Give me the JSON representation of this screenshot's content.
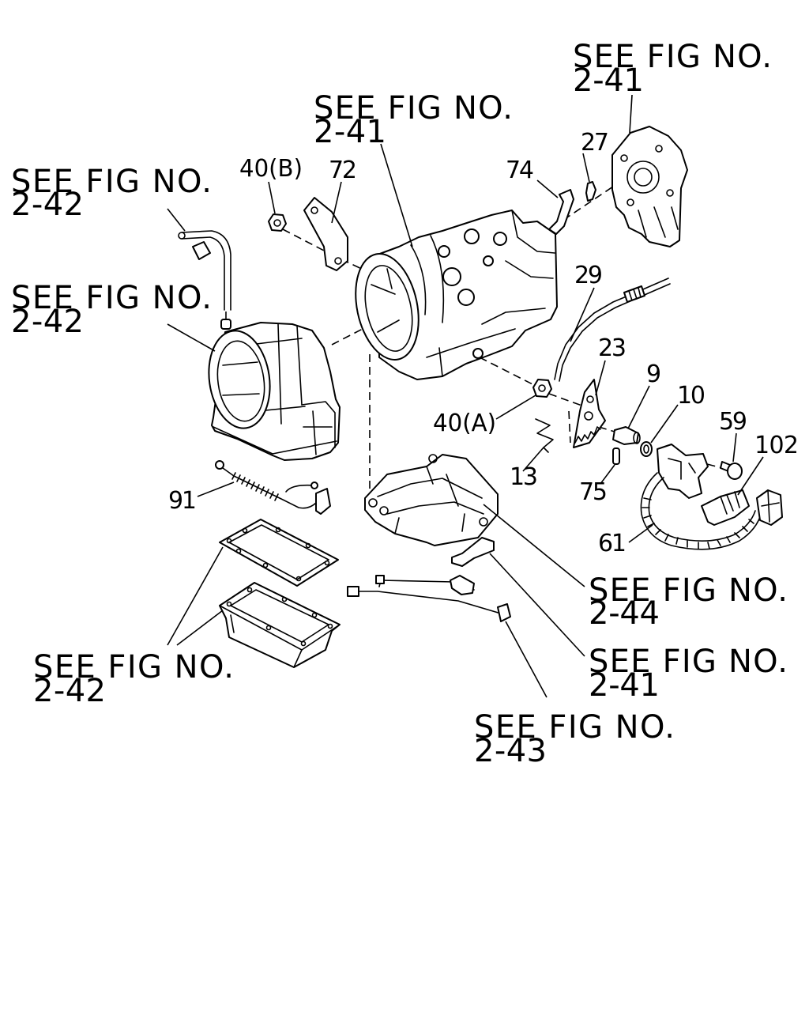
{
  "references": [
    {
      "label": "SEE FIG NO.",
      "fig": "2-41"
    },
    {
      "label": "SEE FIG NO.",
      "fig": "2-41"
    },
    {
      "label": "SEE FIG NO.",
      "fig": "2-42"
    },
    {
      "label": "SEE FIG NO.",
      "fig": "2-42"
    },
    {
      "label": "SEE FIG NO.",
      "fig": "2-44"
    },
    {
      "label": "SEE FIG NO.",
      "fig": "2-41"
    },
    {
      "label": "SEE FIG NO.",
      "fig": "2-42"
    },
    {
      "label": "SEE FIG NO.",
      "fig": "2-43"
    }
  ],
  "callouts": [
    "27",
    "74",
    "40(B)",
    "72",
    "29",
    "23",
    "9",
    "10",
    "40(A)",
    "59",
    "102",
    "13",
    "75",
    "91",
    "61"
  ],
  "colors": {
    "line": "#000000",
    "background": "#ffffff"
  }
}
